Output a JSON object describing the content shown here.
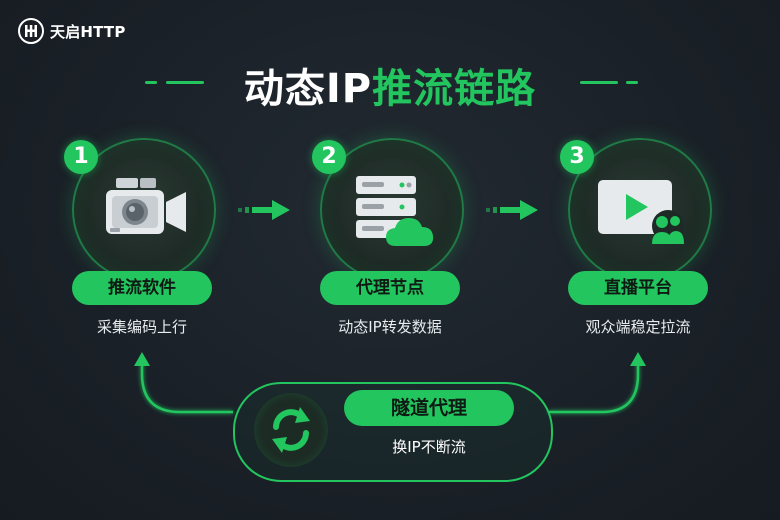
{
  "brand": {
    "name": "天启HTTP",
    "logo_icon": "brand-logo-icon"
  },
  "title": {
    "part_white": "动态IP",
    "part_green": "推流链路"
  },
  "colors": {
    "accent": "#22c55e",
    "background": "#1b2128",
    "text": "#ffffff"
  },
  "steps": [
    {
      "number": "1",
      "label": "推流软件",
      "desc": "采集编码上行",
      "icon": "video-camera-icon"
    },
    {
      "number": "2",
      "label": "代理节点",
      "desc": "动态IP转发数据",
      "icon": "server-cloud-icon"
    },
    {
      "number": "3",
      "label": "直播平台",
      "desc": "观众端稳定拉流",
      "icon": "video-play-audience-icon"
    }
  ],
  "tunnel": {
    "label": "隧道代理",
    "desc": "换IP不断流",
    "icon": "refresh-cycle-icon"
  }
}
